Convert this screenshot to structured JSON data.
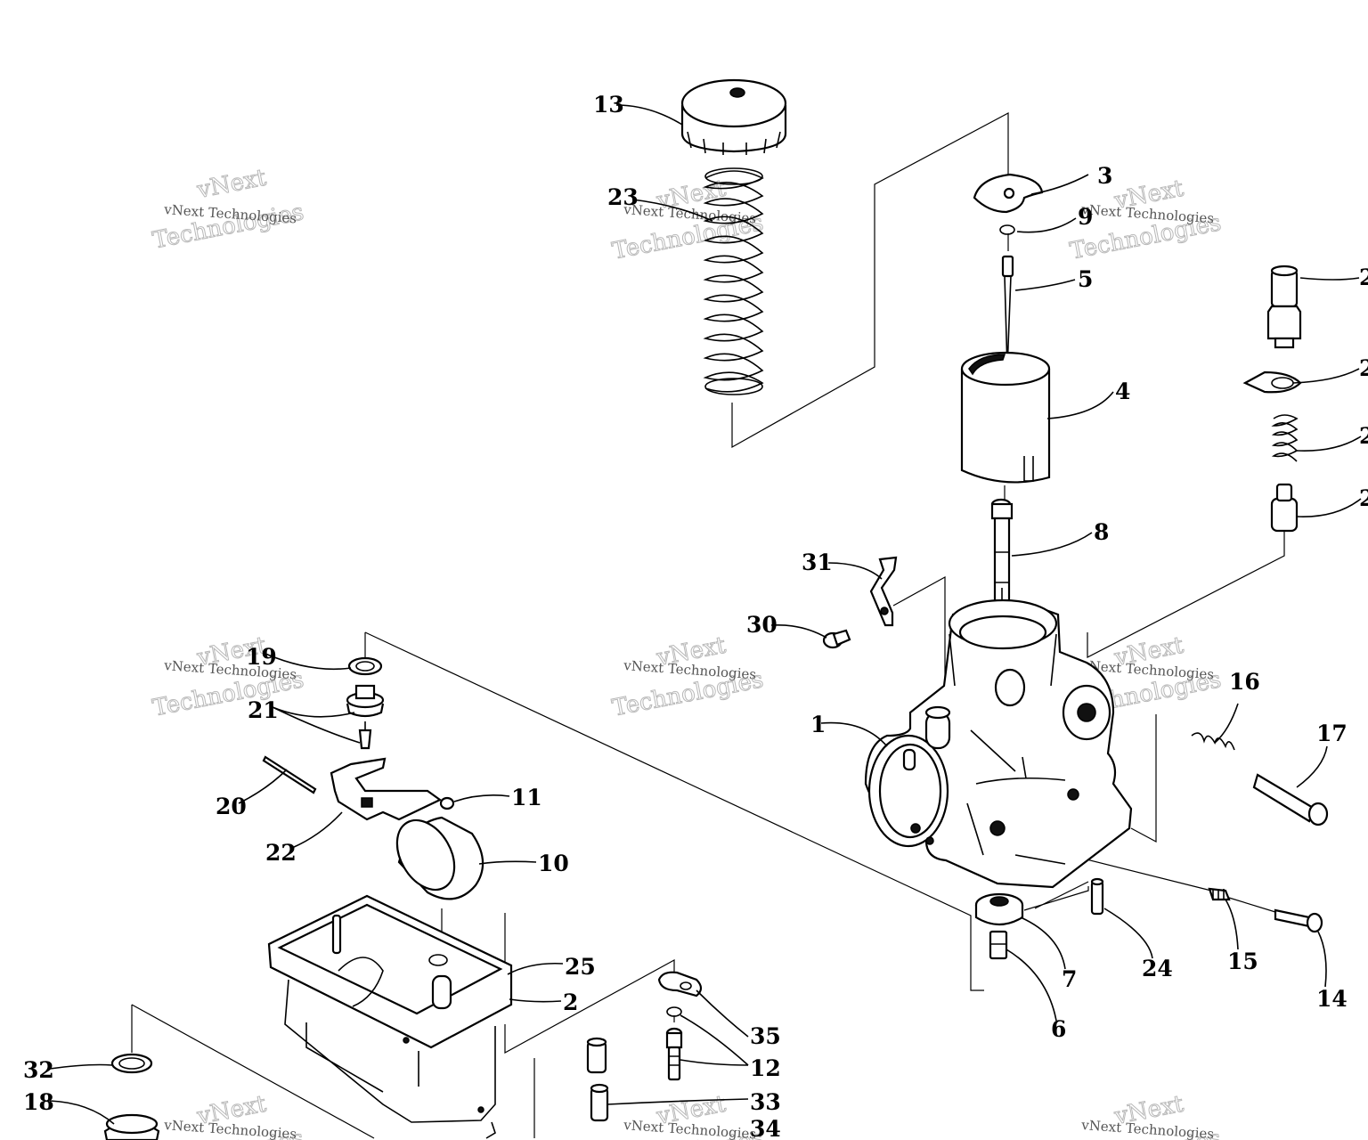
{
  "watermark": {
    "line1": "vNext",
    "line2": "Technologies",
    "caption": "vNext Technologies"
  },
  "callouts": [
    {
      "id": "c1",
      "label": "1"
    },
    {
      "id": "c2",
      "label": "2"
    },
    {
      "id": "c3",
      "label": "3"
    },
    {
      "id": "c4",
      "label": "4"
    },
    {
      "id": "c5",
      "label": "5"
    },
    {
      "id": "c6",
      "label": "6"
    },
    {
      "id": "c7",
      "label": "7"
    },
    {
      "id": "c8",
      "label": "8"
    },
    {
      "id": "c9",
      "label": "9"
    },
    {
      "id": "c10",
      "label": "10"
    },
    {
      "id": "c11",
      "label": "11"
    },
    {
      "id": "c12",
      "label": "12"
    },
    {
      "id": "c13",
      "label": "13"
    },
    {
      "id": "c14",
      "label": "14"
    },
    {
      "id": "c15",
      "label": "15"
    },
    {
      "id": "c16",
      "label": "16"
    },
    {
      "id": "c17",
      "label": "17"
    },
    {
      "id": "c18",
      "label": "18"
    },
    {
      "id": "c19",
      "label": "19"
    },
    {
      "id": "c20",
      "label": "20"
    },
    {
      "id": "c21",
      "label": "21"
    },
    {
      "id": "c22",
      "label": "22"
    },
    {
      "id": "c23",
      "label": "23"
    },
    {
      "id": "c24",
      "label": "24"
    },
    {
      "id": "c25",
      "label": "25"
    },
    {
      "id": "c30",
      "label": "30"
    },
    {
      "id": "c31",
      "label": "31"
    },
    {
      "id": "c32",
      "label": "32"
    },
    {
      "id": "c33",
      "label": "33"
    },
    {
      "id": "c34",
      "label": "34"
    },
    {
      "id": "c35",
      "label": "35"
    },
    {
      "id": "c2a",
      "label": "2"
    },
    {
      "id": "c2b",
      "label": "2"
    },
    {
      "id": "c2c",
      "label": "2"
    },
    {
      "id": "c2d",
      "label": "2"
    }
  ]
}
